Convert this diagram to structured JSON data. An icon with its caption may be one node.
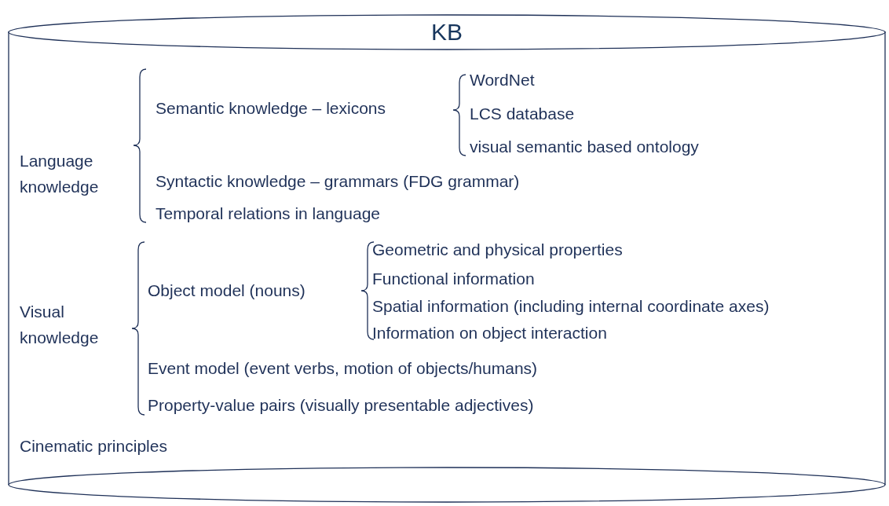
{
  "diagram": {
    "nodes": [
      {
        "text": [
          "KB"
        ]
      }
    ],
    "labels": [
      "Language knowledge",
      "Semantic knowledge – lexicons",
      "WordNet",
      "LCS database",
      "visual semantic based ontology",
      "Syntactic knowledge – grammars (FDG grammar)",
      "Temporal relations in language",
      "Visual knowledge",
      "Object model (nouns)",
      "Geometric and physical properties",
      "Functional information",
      "Spatial information (including internal coordinate axes)",
      "Information on object interaction",
      "Event model (event verbs, motion of objects/humans)",
      "Property-value pairs (visually presentable adjectives)",
      "Cinematic principles"
    ]
  }
}
